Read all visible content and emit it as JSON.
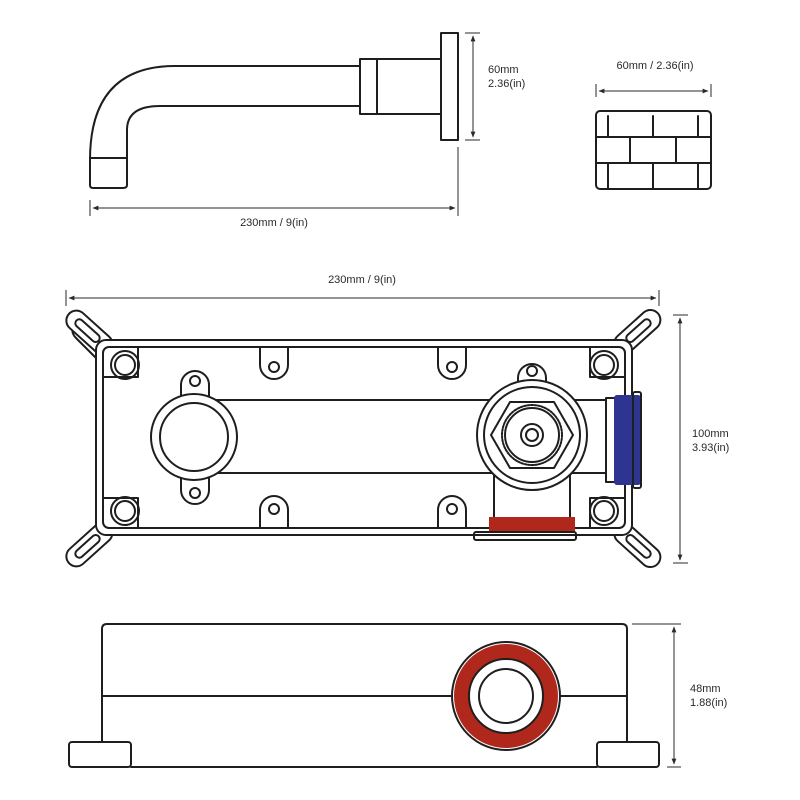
{
  "diagram": {
    "spout_side_view": {
      "width_label": "230mm / 9(in)",
      "height_label_mm": "60mm",
      "height_label_in": "2.36(in)"
    },
    "wall_mount_view": {
      "width_label": "60mm / 2.36(in)"
    },
    "valve_box_front_view": {
      "width_label": "230mm / 9(in)",
      "height_label_mm": "100mm",
      "height_label_in": "3.93(in)"
    },
    "valve_box_side_view": {
      "height_label_mm": "48mm",
      "height_label_in": "1.88(in)"
    },
    "colors": {
      "line": "#1e1e1e",
      "hot_seal": "#b0271c",
      "cold_seal": "#2e3590"
    }
  }
}
